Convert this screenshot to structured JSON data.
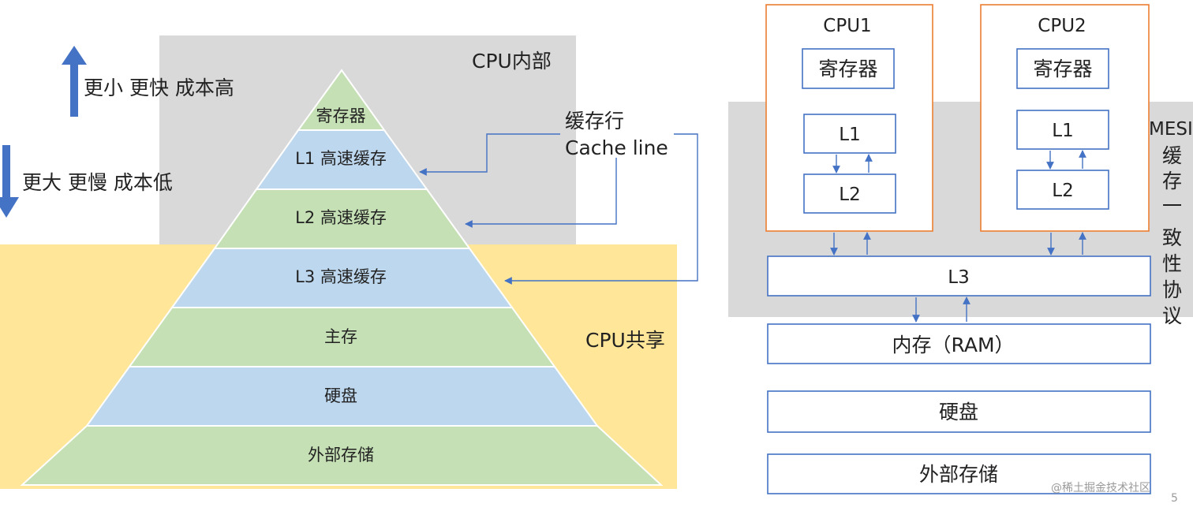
{
  "left": {
    "cpu_internal_label": "CPU内部",
    "cpu_shared_label": "CPU共享",
    "up_text": "更小 更快 成本高",
    "down_text": "更大 更慢 成本低",
    "cache_line_label": [
      "缓存行",
      "Cache line"
    ],
    "pyramid_levels": [
      "寄存器",
      "L1 高速缓存",
      "L2 高速缓存",
      "L3 高速缓存",
      "主存",
      "硬盘",
      "外部存储"
    ]
  },
  "right": {
    "cpu1": {
      "title": "CPU1",
      "register": "寄存器",
      "l1": "L1",
      "l2": "L2"
    },
    "cpu2": {
      "title": "CPU2",
      "register": "寄存器",
      "l1": "L1",
      "l2": "L2"
    },
    "l3": "L3",
    "memory": "内存（RAM）",
    "disk": "硬盘",
    "external": "外部存储",
    "mesi_label": "MESI",
    "mesi_chars": [
      "缓",
      "存",
      "一",
      "致",
      "性",
      "协",
      "议"
    ]
  },
  "footer": {
    "watermark": "@稀土掘金技术社区",
    "page_number": "5"
  },
  "colors": {
    "gray_region": "#d9d9d9",
    "shared_region": "#ffe699",
    "pyramid_green": "#c5e0b4",
    "pyramid_blue": "#bdd7ee",
    "arrow_blue": "#4472c4",
    "cpu_border": "#ed7d31"
  }
}
